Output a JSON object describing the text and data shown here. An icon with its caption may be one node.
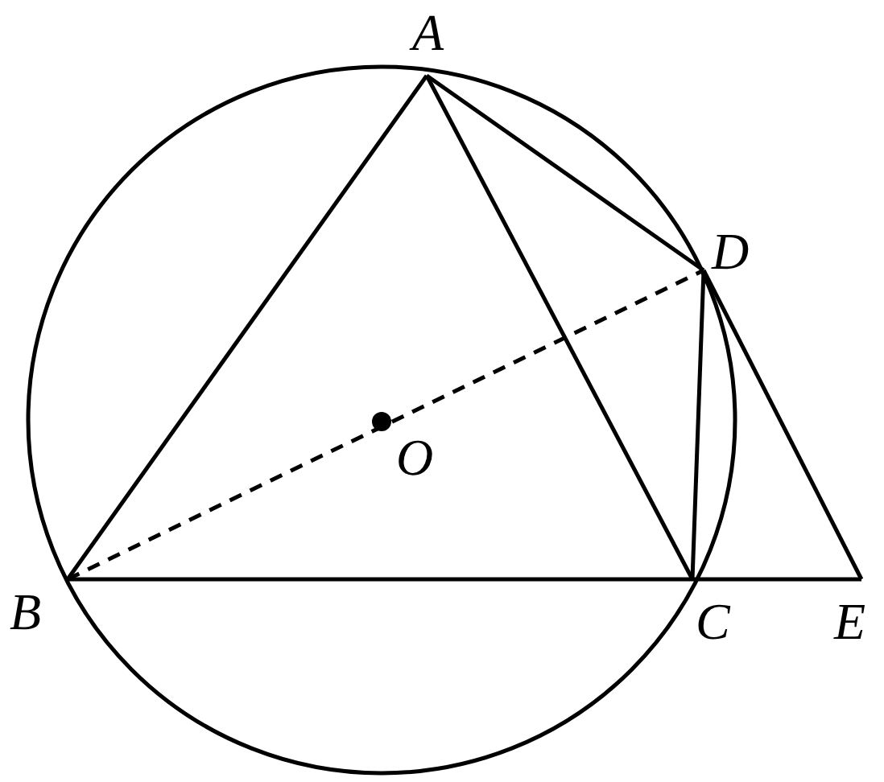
{
  "diagram": {
    "nodes": [
      {
        "text": [
          "A"
        ]
      },
      {
        "text": [
          "B"
        ]
      },
      {
        "text": [
          "C"
        ]
      },
      {
        "text": [
          "D"
        ]
      },
      {
        "text": [
          "E"
        ]
      },
      {
        "text": [
          "O"
        ]
      }
    ],
    "edges": [
      {
        "from": 0,
        "to": 1,
        "arrow": "none"
      },
      {
        "from": 0,
        "to": 2,
        "arrow": "none"
      },
      {
        "from": 0,
        "to": 3,
        "arrow": "none"
      },
      {
        "from": 3,
        "to": 2,
        "arrow": "none"
      },
      {
        "from": 3,
        "to": 4,
        "arrow": "none"
      },
      {
        "from": 1,
        "to": 2,
        "arrow": "none"
      },
      {
        "from": 2,
        "to": 4,
        "arrow": "none"
      },
      {
        "from": 1,
        "to": 3,
        "arrow": "none",
        "style": "dashed"
      }
    ]
  }
}
